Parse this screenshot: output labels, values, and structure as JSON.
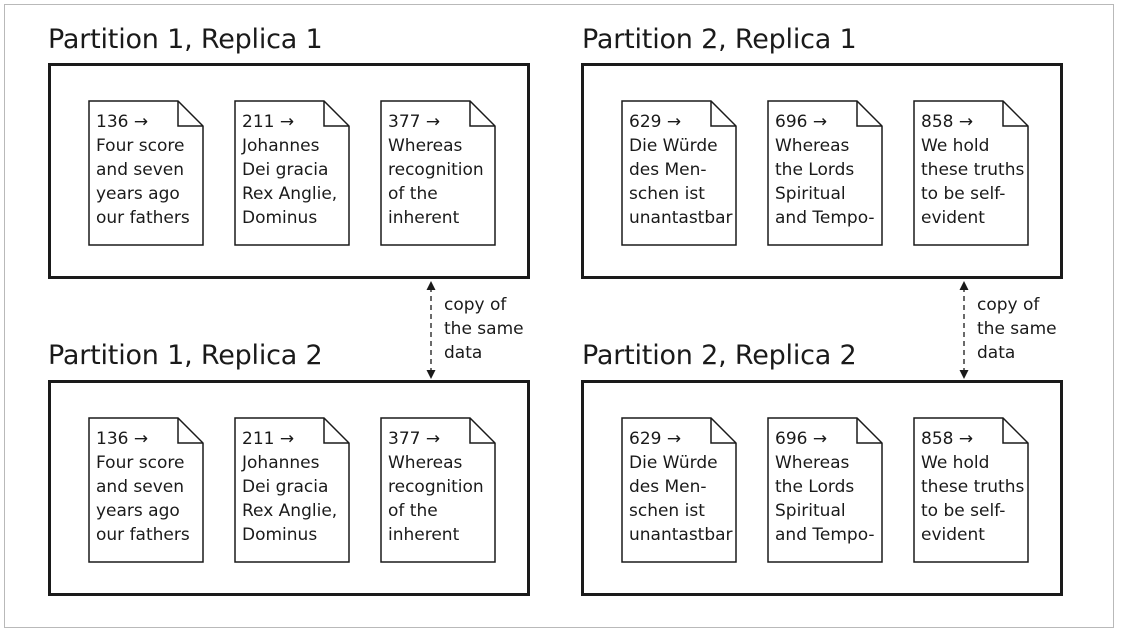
{
  "colors": {
    "stroke": "#1a1a1a",
    "frame": "#b9b9b9",
    "background": "#ffffff"
  },
  "partitions": [
    {
      "replicas": [
        {
          "title": "Partition 1, Replica 1",
          "documents": [
            {
              "key": "136 →",
              "lines": [
                "Four score",
                "and seven",
                "years ago",
                "our fathers"
              ]
            },
            {
              "key": "211 →",
              "lines": [
                "Johannes",
                "Dei gracia",
                "Rex Anglie,",
                "Dominus"
              ]
            },
            {
              "key": "377 →",
              "lines": [
                "Whereas",
                "recognition",
                "of the",
                "inherent"
              ]
            }
          ]
        },
        {
          "title": "Partition 1, Replica 2",
          "documents": [
            {
              "key": "136 →",
              "lines": [
                "Four score",
                "and seven",
                "years ago",
                "our fathers"
              ]
            },
            {
              "key": "211 →",
              "lines": [
                "Johannes",
                "Dei gracia",
                "Rex Anglie,",
                "Dominus"
              ]
            },
            {
              "key": "377 →",
              "lines": [
                "Whereas",
                "recognition",
                "of the",
                "inherent"
              ]
            }
          ]
        }
      ],
      "link_label": [
        "copy of",
        "the same",
        "data"
      ]
    },
    {
      "replicas": [
        {
          "title": "Partition 2, Replica 1",
          "documents": [
            {
              "key": "629 →",
              "lines": [
                "Die Würde",
                "des Men-",
                "schen ist",
                "unantastbar"
              ]
            },
            {
              "key": "696 →",
              "lines": [
                "Whereas",
                "the Lords",
                "Spiritual",
                "and Tempo-"
              ]
            },
            {
              "key": "858 →",
              "lines": [
                "We hold",
                "these truths",
                "to be self-",
                "evident"
              ]
            }
          ]
        },
        {
          "title": "Partition 2, Replica 2",
          "documents": [
            {
              "key": "629 →",
              "lines": [
                "Die Würde",
                "des Men-",
                "schen ist",
                "unantastbar"
              ]
            },
            {
              "key": "696 →",
              "lines": [
                "Whereas",
                "the Lords",
                "Spiritual",
                "and Tempo-"
              ]
            },
            {
              "key": "858 →",
              "lines": [
                "We hold",
                "these truths",
                "to be self-",
                "evident"
              ]
            }
          ]
        }
      ],
      "link_label": [
        "copy of",
        "the same",
        "data"
      ]
    }
  ]
}
